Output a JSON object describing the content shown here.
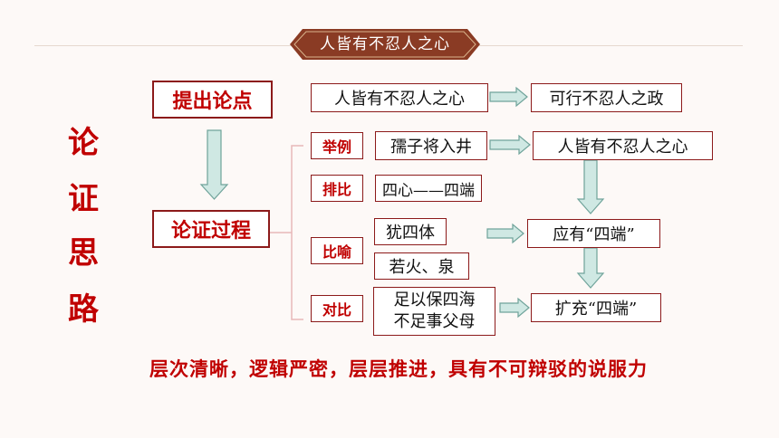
{
  "header": {
    "title": "人皆有不忍人之心"
  },
  "side_title": [
    "论",
    "证",
    "思",
    "路"
  ],
  "left": {
    "thesis_label": "提出论点",
    "argument_label": "论证过程"
  },
  "thesis_row": {
    "from": "人皆有不忍人之心",
    "to": "可行不忍人之政"
  },
  "methods": {
    "example": "举例",
    "parallel": "排比",
    "metaphor": "比喻",
    "contrast": "对比"
  },
  "items": {
    "example": "孺子将入井",
    "parallel": "四心——四端",
    "metaphor_1": "犹四体",
    "metaphor_2": "若火、泉",
    "contrast_line1": "足以保四海",
    "contrast_line2": "不足事父母"
  },
  "results": {
    "r1": "人皆有不忍人之心",
    "r2": "应有“四端”",
    "r3": "扩充“四端”"
  },
  "conclusion": "层次清晰，逻辑严密，层层推进，具有不可辩驳的说服力",
  "colors": {
    "red": "#c00000",
    "border": "#8c1a1a",
    "arrow_fill": "#cfe8e3",
    "arrow_stroke": "#6fa39a",
    "badge": "#8a3b24"
  }
}
